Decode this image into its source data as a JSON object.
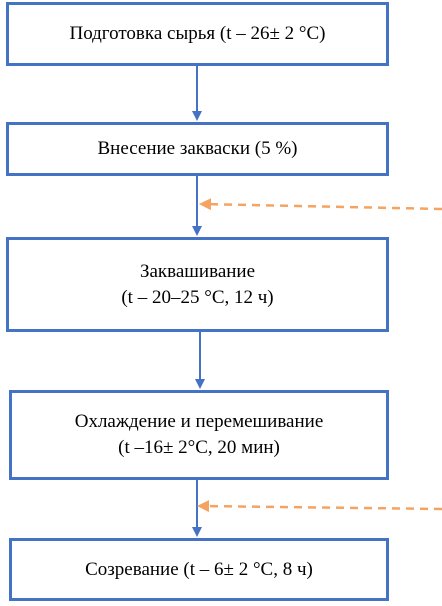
{
  "colors": {
    "box_border": "#4472c4",
    "flow_arrow": "#4472c4",
    "input_arrow": "#f4a460"
  },
  "steps": [
    {
      "lines": [
        "Подготовка сырья (t – 26± 2 °С)"
      ]
    },
    {
      "lines": [
        "Внесение закваски (5 %)"
      ]
    },
    {
      "lines": [
        "Заквашивание",
        "(t – 20–25 °С, 12 ч)"
      ]
    },
    {
      "lines": [
        "Охлаждение и перемешивание",
        "(t –16± 2°С, 20 мин)"
      ]
    },
    {
      "lines": [
        "Созревание (t – 6± 2 °С, 8 ч)"
      ]
    }
  ]
}
